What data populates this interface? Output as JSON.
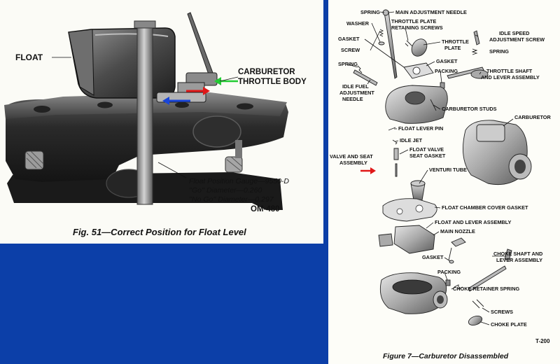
{
  "left": {
    "labels": {
      "float": "FLOAT",
      "carburetor_line1": "CARBURETOR",
      "carburetor_line2": "THROTTLE BODY"
    },
    "gauge": {
      "line1": "Float Position Gauge—9550-D",
      "line2": "''Go'' Diameter—0.260",
      "line3": "''No Go'' Diameter—0.297"
    },
    "code": "OM-480",
    "caption": "Fig. 51—Correct Position for Float Level",
    "arrow_colors": {
      "green": "#22cc33",
      "red": "#e01818",
      "blue": "#1a46d8"
    }
  },
  "right": {
    "labels": {
      "spring_top": "SPRING",
      "main_adjustment_needle": "MAIN ADJUSTMENT NEEDLE",
      "washer": "WASHER",
      "throttle_plate_retaining_screws_1": "THROTTLE PLATE",
      "throttle_plate_retaining_screws_2": "RETAINING SCREWS",
      "gasket_top": "GASKET",
      "screw": "SCREW",
      "throttle_plate_1": "THROTTLE",
      "throttle_plate_2": "PLATE",
      "idle_speed_adjustment_screw_1": "IDLE SPEED",
      "idle_speed_adjustment_screw_2": "ADJUSTMENT SCREW",
      "spring_right": "SPRING",
      "gasket_mid": "GASKET",
      "packing_top": "PACKING",
      "spring_left": "SPRING",
      "throttle_shaft_1": "THROTTLE SHAFT",
      "throttle_shaft_2": "AND LEVER ASSEMBLY",
      "idle_fuel_1": "IDLE FUEL",
      "idle_fuel_2": "ADJUSTMENT",
      "idle_fuel_3": "NEEDLE",
      "carburetor_studs": "CARBURETOR STUDS",
      "carburetor": "CARBURETOR",
      "float_lever_pin": "FLOAT LEVER PIN",
      "idle_jet": "IDLE JET",
      "float_valve_seat_gasket_1": "FLOAT VALVE",
      "float_valve_seat_gasket_2": "SEAT GASKET",
      "valve_and_seat_1": "VALVE AND SEAT",
      "valve_and_seat_2": "ASSEMBLY",
      "venturi_tube": "VENTURI TUBE",
      "float_chamber_cover_gasket": "FLOAT CHAMBER COVER GASKET",
      "float_and_lever_assembly": "FLOAT AND LEVER ASSEMBLY",
      "main_nozzle": "MAIN NOZZLE",
      "gasket_low": "GASKET",
      "choke_shaft_1": "CHOKE SHAFT AND",
      "choke_shaft_2": "LEVER ASSEMBLY",
      "packing_low": "PACKING",
      "choke_retainer_spring": "CHOKE RETAINER SPRING",
      "screws": "SCREWS",
      "choke_plate": "CHOKE PLATE"
    },
    "code": "T-200",
    "caption": "Figure 7—Carburetor Disassembled",
    "arrow_color": "#e01818"
  }
}
